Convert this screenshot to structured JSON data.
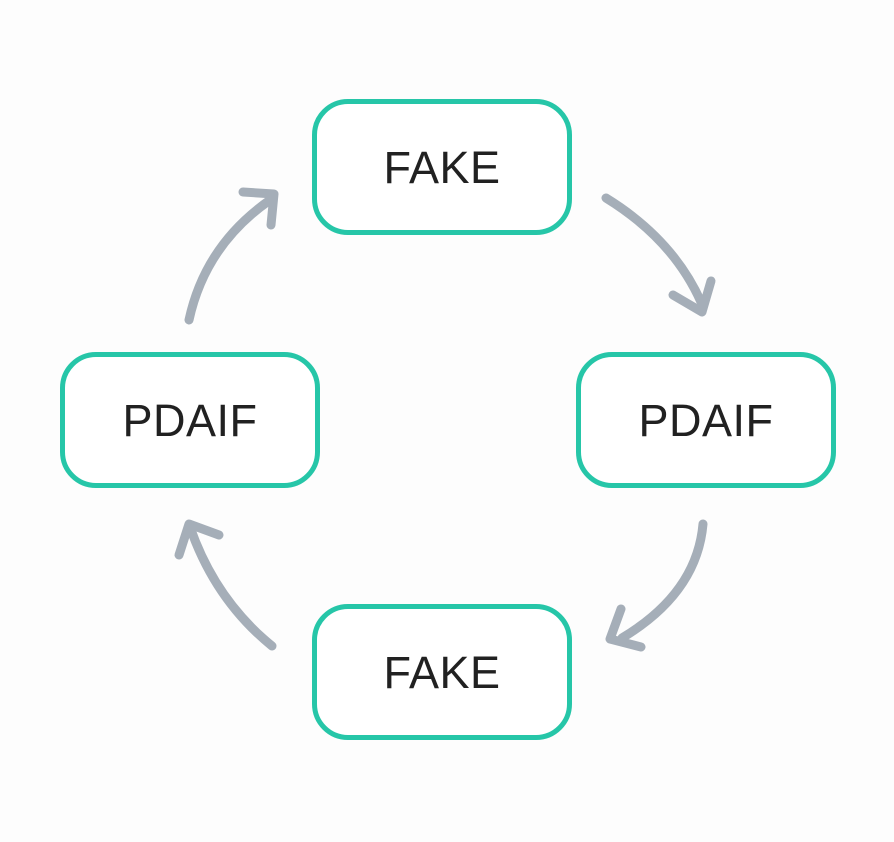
{
  "diagram": {
    "type": "cycle",
    "direction": "clockwise",
    "background_color": "#fdfdfd",
    "node_border_color": "#26c6a8",
    "node_fill_color": "#ffffff",
    "node_text_color": "#212121",
    "arrow_color": "#a5aeb8",
    "nodes": [
      {
        "id": "top",
        "label": "FAKE",
        "position": "top"
      },
      {
        "id": "right",
        "label": "PDAIF",
        "position": "right"
      },
      {
        "id": "bottom",
        "label": "FAKE",
        "position": "bottom"
      },
      {
        "id": "left",
        "label": "PDAIF",
        "position": "left"
      }
    ],
    "arrows": [
      {
        "id": "top-to-right",
        "from": "top",
        "to": "right",
        "style": "curved-hand-drawn"
      },
      {
        "id": "right-to-bottom",
        "from": "right",
        "to": "bottom",
        "style": "curved-hand-drawn"
      },
      {
        "id": "bottom-to-left",
        "from": "bottom",
        "to": "left",
        "style": "curved-hand-drawn"
      },
      {
        "id": "left-to-top",
        "from": "left",
        "to": "top",
        "style": "curved-hand-drawn"
      }
    ]
  }
}
